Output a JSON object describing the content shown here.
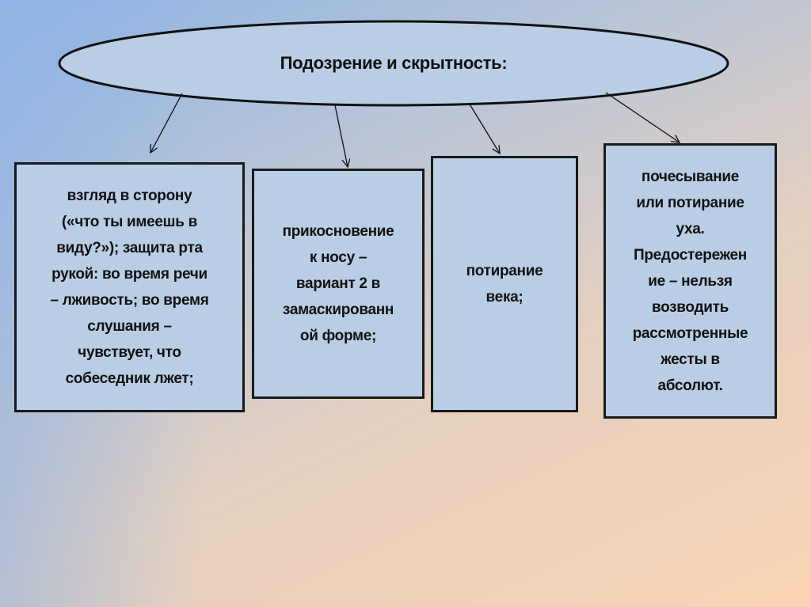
{
  "title": "Подозрение и скрытность:",
  "boxes": [
    {
      "lines": [
        "взгляд в сторону",
        "(«что ты имеешь в",
        "виду?»); защита рта",
        "рукой: во время речи",
        "– лживость; во время",
        "слушания –",
        "чувствует, что",
        "собеседник лжет;"
      ]
    },
    {
      "lines": [
        "прикосновение",
        "к носу –",
        "вариант 2 в",
        "замаскированн",
        "ой форме;"
      ]
    },
    {
      "lines": [
        "потирание",
        "века;"
      ]
    },
    {
      "lines": [
        "почесывание",
        "или потирание",
        "уха.",
        "Предостережен",
        "ие – нельзя",
        "возводить",
        "рассмотренные",
        "жесты в",
        "абсолют."
      ]
    }
  ],
  "colors": {
    "box_fill": "#b9cde5",
    "border": "#1a1a1a"
  }
}
